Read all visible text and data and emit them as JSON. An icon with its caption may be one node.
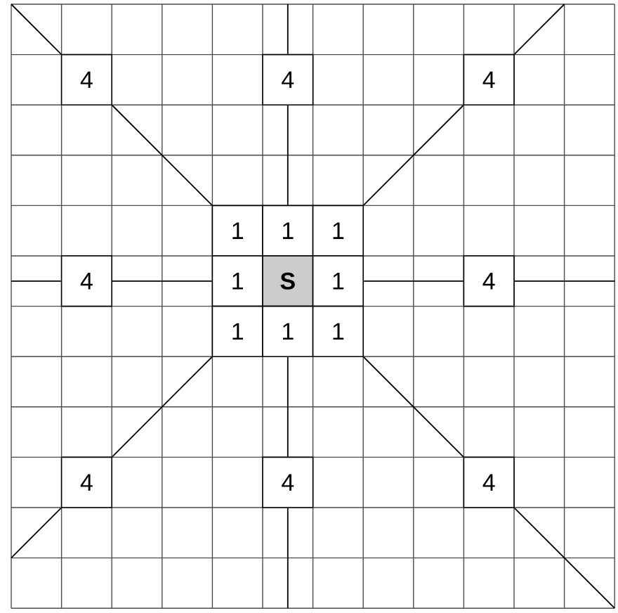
{
  "diagram": {
    "nodes": [
      {
        "text": [
          "4"
        ]
      },
      {
        "text": [
          "4"
        ]
      },
      {
        "text": [
          "4"
        ]
      },
      {
        "text": [
          "1"
        ]
      },
      {
        "text": [
          "1"
        ]
      },
      {
        "text": [
          "1"
        ]
      },
      {
        "text": [
          "4"
        ]
      },
      {
        "text": [
          "1"
        ]
      },
      {
        "text": [
          "S"
        ]
      },
      {
        "text": [
          "1"
        ]
      },
      {
        "text": [
          "4"
        ]
      },
      {
        "text": [
          "1"
        ]
      },
      {
        "text": [
          "1"
        ]
      },
      {
        "text": [
          "1"
        ]
      },
      {
        "text": [
          "4"
        ]
      },
      {
        "text": [
          "4"
        ]
      },
      {
        "text": [
          "4"
        ]
      }
    ],
    "edges": [
      {
        "from": null,
        "to": 0,
        "arrow": "none"
      },
      {
        "from": 0,
        "to": 3,
        "arrow": "none"
      },
      {
        "from": null,
        "to": 1,
        "arrow": "none"
      },
      {
        "from": 1,
        "to": 4,
        "arrow": "none"
      },
      {
        "from": null,
        "to": 2,
        "arrow": "none"
      },
      {
        "from": 2,
        "to": 5,
        "arrow": "none"
      },
      {
        "from": null,
        "to": 6,
        "arrow": "none"
      },
      {
        "from": 6,
        "to": 7,
        "arrow": "none"
      },
      {
        "from": 10,
        "to": 9,
        "arrow": "none"
      },
      {
        "from": null,
        "to": 10,
        "arrow": "none"
      },
      {
        "from": 14,
        "to": 11,
        "arrow": "none"
      },
      {
        "from": null,
        "to": 14,
        "arrow": "none"
      },
      {
        "from": 15,
        "to": 12,
        "arrow": "none"
      },
      {
        "from": null,
        "to": 15,
        "arrow": "none"
      },
      {
        "from": 16,
        "to": 13,
        "arrow": "none"
      },
      {
        "from": null,
        "to": 16,
        "arrow": "none"
      }
    ]
  }
}
